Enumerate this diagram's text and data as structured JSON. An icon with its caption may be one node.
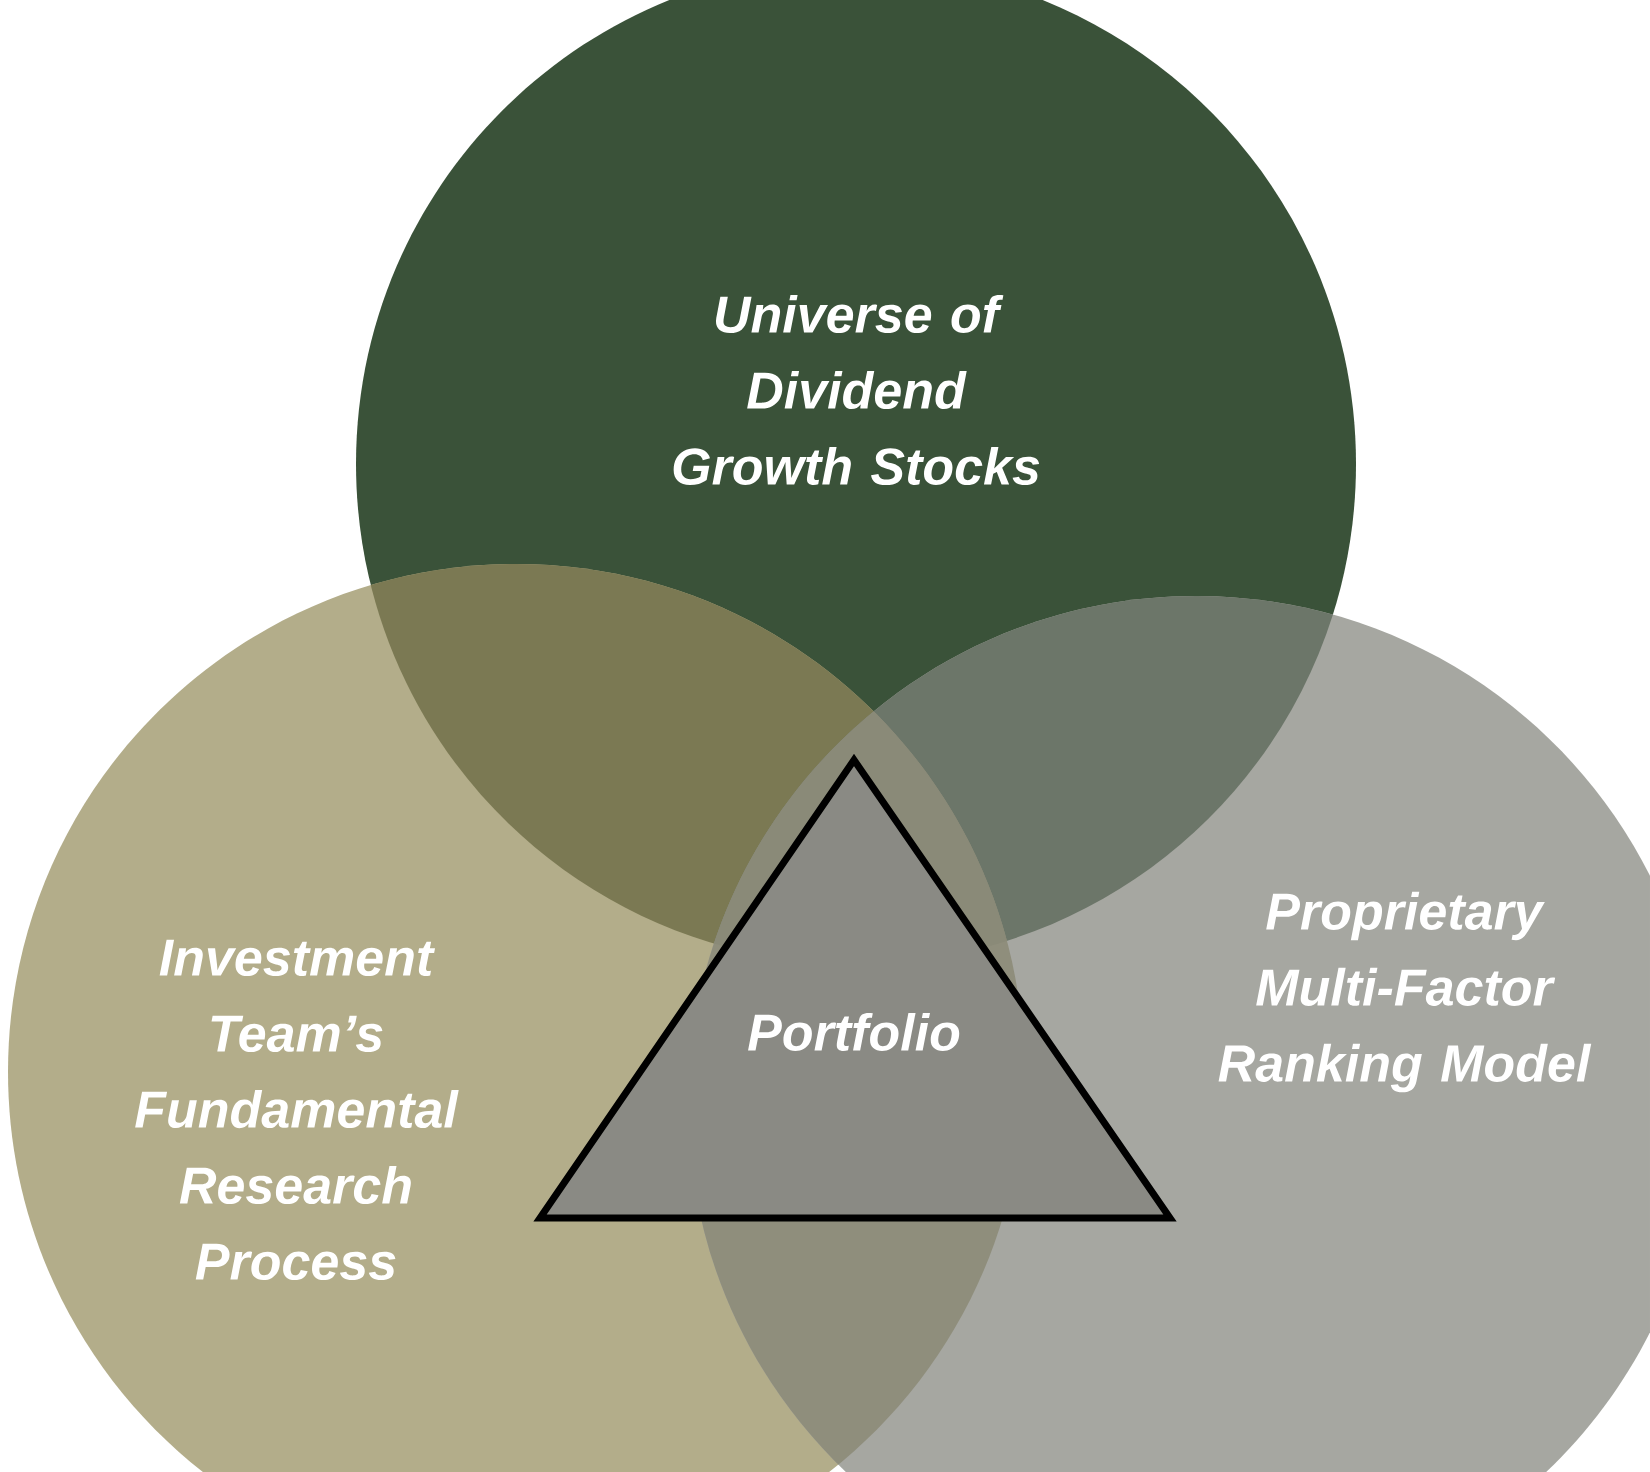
{
  "diagram": {
    "nodes": [
      {
        "text": [
          "Universe of Dividend Growth Stocks"
        ]
      },
      {
        "text": [
          "Investment Team’s Fundamental Research Process"
        ]
      },
      {
        "text": [
          "Proprietary Multi-Factor Ranking Model"
        ]
      },
      {
        "text": [
          "Portfolio"
        ]
      }
    ]
  }
}
